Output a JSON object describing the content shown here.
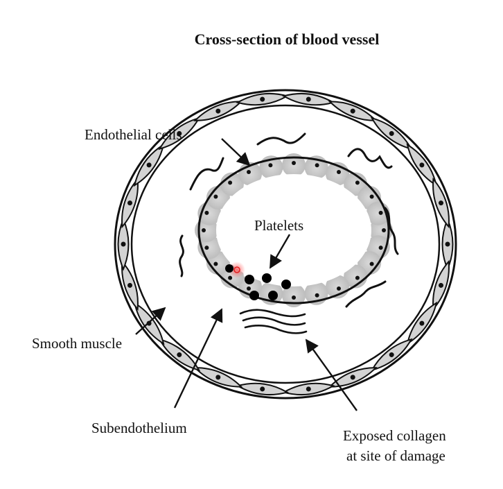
{
  "diagram": {
    "title": "Cross-section of blood vessel",
    "labels": {
      "endothelial_cells": "Endothelial cells",
      "platelets": "Platelets",
      "smooth_muscle": "Smooth muscle",
      "subendothelium": "Subendothelium",
      "collagen_line1": "Exposed collagen",
      "collagen_line2": "at site of damage"
    }
  }
}
